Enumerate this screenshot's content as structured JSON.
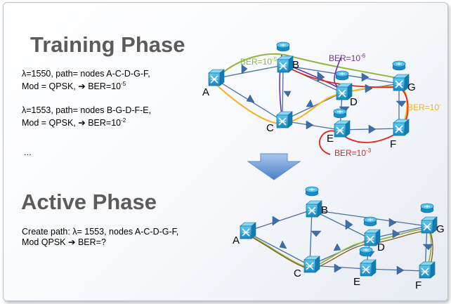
{
  "training": {
    "title": "Training Phase",
    "example1_line1": "λ=1550, path= nodes A-C-D-G-F,",
    "example1_line2": "Mod = QPSK, ➔ BER=10",
    "example1_exp": "-5",
    "example2_line1": "λ=1553, path= nodes B-G-D-F-E,",
    "example2_line2": "Mod = QPSK, ➔ BER=10",
    "example2_exp": "-2",
    "ellipsis": "..."
  },
  "active": {
    "title": "Active Phase",
    "line1": "Create path: λ= 1553, nodes A-C-D-G-F,",
    "line2": "Mod QPSK ➔ BER=?"
  },
  "node_labels": [
    "A",
    "B",
    "C",
    "D",
    "E",
    "F",
    "G"
  ],
  "ber_labels": {
    "green": {
      "base": "BER=10",
      "exp": "-5"
    },
    "purple": {
      "base": "BER=10",
      "exp": "-6"
    },
    "orange": {
      "base": "BER=10",
      "exp": "-"
    },
    "red": {
      "base": "BER=10",
      "exp": "-3"
    }
  },
  "colors": {
    "green_path": "#8fb83e",
    "purple_path": "#7030a0",
    "orange_path": "#f5b21b",
    "red_path": "#e0241b",
    "link": "#4a6fa5",
    "arrow_fill": "#3f6ea7",
    "node_fill": "#29a8e0",
    "phase_arrow": "#5b8fd0"
  },
  "icons": [
    "switch-icon",
    "router-icon",
    "down-arrow-icon"
  ]
}
